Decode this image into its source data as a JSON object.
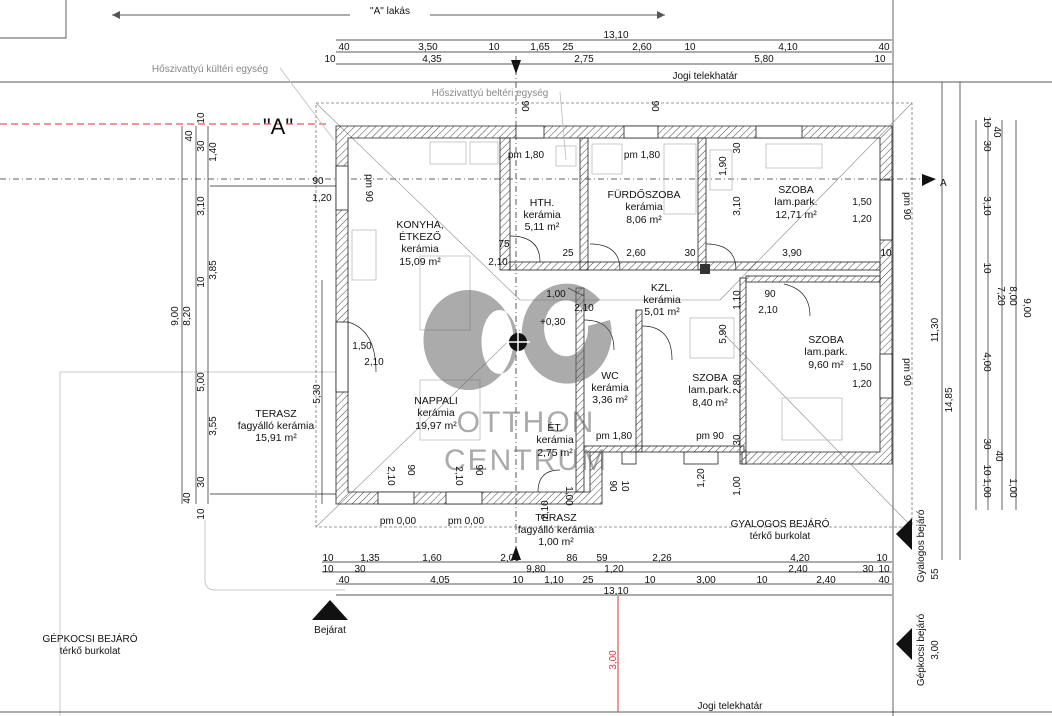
{
  "title_unit": "\"A\" lakás",
  "unit_mark": "\"A\"",
  "rooms": [
    {
      "id": "konyha",
      "name": "KONYHA,",
      "name2": "ÉTKEZŐ",
      "finish": "kerámia",
      "area": "15,09 m²"
    },
    {
      "id": "hth",
      "name": "HTH.",
      "finish": "kerámia",
      "area": "5,11 m²"
    },
    {
      "id": "furdo",
      "name": "FÜRDŐSZOBA",
      "finish": "kerámia",
      "area": "8,06 m²"
    },
    {
      "id": "szoba1",
      "name": "SZOBA",
      "finish": "lam.park.",
      "area": "12,71 m²"
    },
    {
      "id": "kzl",
      "name": "KZL.",
      "finish": "kerámia",
      "area": "5,01 m²"
    },
    {
      "id": "szoba2",
      "name": "SZOBA",
      "finish": "lam.park.",
      "area": "9,60 m²"
    },
    {
      "id": "wc",
      "name": "WC",
      "finish": "kerámia",
      "area": "3,36 m²"
    },
    {
      "id": "szoba3",
      "name": "SZOBA",
      "finish": "lam.park.",
      "area": "8,40 m²"
    },
    {
      "id": "nappali",
      "name": "NAPPALI",
      "finish": "kerámia",
      "area": "19,97 m²"
    },
    {
      "id": "et",
      "name": "ÉT.",
      "finish": "kerámia",
      "area": "2,75 m²"
    },
    {
      "id": "terasz1",
      "name": "TERASZ",
      "finish": "fagyálló kerámia",
      "area": "15,91 m²"
    },
    {
      "id": "terasz2",
      "name": "TERASZ",
      "finish": "fagyálló kerámia",
      "area": "1,00 m²"
    }
  ],
  "labels": {
    "hoszivattyu_kulteri": "Hőszivattyú kültéri egység",
    "hoszivattyu_belteri": "Hőszivattyú beltéri egység",
    "jogi_telekhatar": "Jogi telekhatár",
    "gyalogos_bejaro": "GYALOGOS BEJÁRÓ",
    "gyalogos_surface": "térkő burkolat",
    "gepkocsi_bejaro": "GÉPKOCSI BEJÁRÓ",
    "gepkocsi_surface": "térkő burkolat",
    "bejarat": "Bejárat",
    "gyalogos_side": "Gyalogos bejáró",
    "gepkocsi_side": "Gépkocsi bejáró",
    "level": "+0,30",
    "watermark1": "OTTHON",
    "watermark2": "CENTRUM"
  },
  "dims_top": {
    "total": "13,10",
    "row1": [
      "40",
      "3,50",
      "10",
      "1,65",
      "25",
      "2,60",
      "10",
      "4,10",
      "40"
    ],
    "row2": [
      "10",
      "4,35",
      "2,75",
      "5,80",
      "10"
    ]
  },
  "dims_bottom": {
    "row1": [
      "10",
      "1,35",
      "1,60",
      "2,00",
      "86",
      "59",
      "2,26",
      "4,20",
      "10"
    ],
    "row2": [
      "10",
      "30",
      "9,80",
      "1,20",
      "2,40",
      "30",
      "10"
    ],
    "row3": [
      "40",
      "4,05",
      "10",
      "1,10",
      "25",
      "10",
      "3,00",
      "10",
      "2,40",
      "40"
    ],
    "total": "13,10",
    "red": "3,00"
  },
  "dims_left": [
    "40",
    "10",
    "30",
    "1,40",
    "3,10",
    "3,85",
    "10",
    "9,00",
    "8,20",
    "5,00",
    "3,55",
    "30",
    "40",
    "10",
    "5,30"
  ],
  "dims_right": [
    "10",
    "40",
    "30",
    "3,10",
    "10",
    "7,20",
    "8,00",
    "9,00",
    "4,00",
    "30",
    "40",
    "10",
    "1,00",
    "1,00",
    "11,30",
    "14,85",
    "55",
    "3,00"
  ],
  "window_labels": {
    "pm180a": "pm 1,80",
    "pm180b": "pm 1,80",
    "pm180c": "pm 1,80",
    "pm90a": "pm 90",
    "pm90b": "pm 90",
    "pm90c": "pm 90",
    "pm90d": "pm 90",
    "pm000a": "pm 0,00",
    "pm000b": "pm 0,00",
    "w90_120a": "90",
    "w90_120b": "1,20",
    "w150_120a": "1,50",
    "w150_120b": "1,20",
    "w150_120c": "1,50",
    "w150_120d": "1,20",
    "d150": "1,50",
    "d210": "2,10",
    "d75": "75",
    "d210b": "2,10",
    "d100": "1,00",
    "d210c": "2,10",
    "d90": "90",
    "d210d": "2,10",
    "d90a": "90",
    "d90b": "90",
    "w210a": "2,10",
    "w210b": "2,10",
    "d100b": "1,00",
    "d210e": "2,10",
    "s260": "2,60",
    "s30": "30",
    "s390": "3,90",
    "s25": "25",
    "s10": "10",
    "v190": "1,90",
    "v310": "3,10",
    "v590": "5,90",
    "v280": "2,80",
    "v110": "1,10",
    "v120": "1,20",
    "v100": "1,00",
    "v30a": "30",
    "v30b": "30",
    "v90a": "90",
    "v90b": "90",
    "v90c": "90",
    "v10": "10",
    "s300": "3,00"
  }
}
